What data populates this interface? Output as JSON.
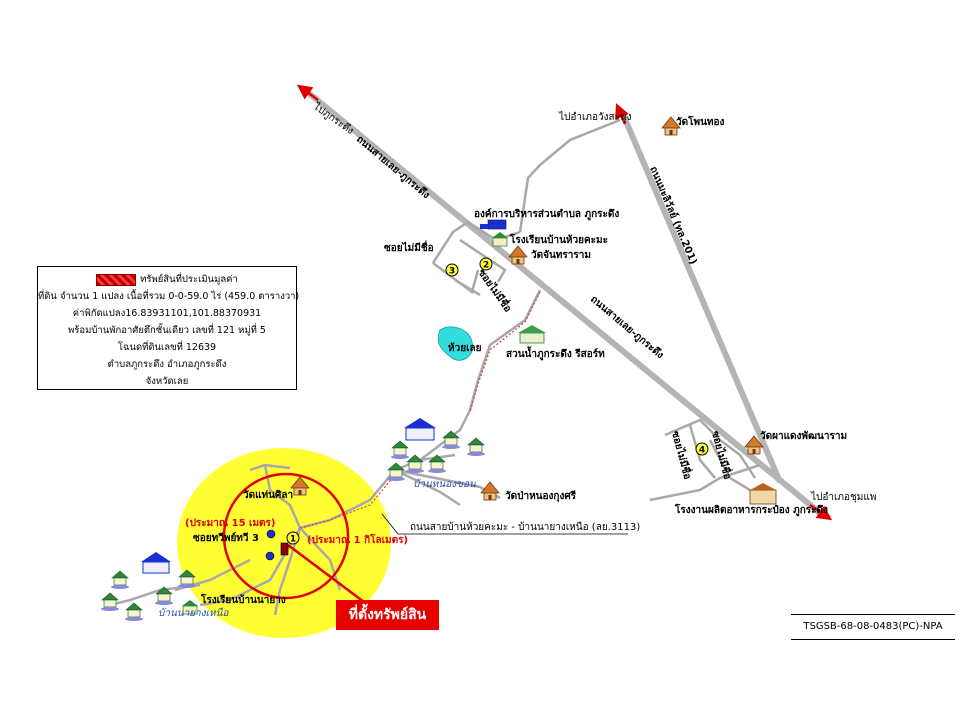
{
  "labels": {
    "to_phu_kradueng": "ไปภูกระดึง",
    "road_loei_phu_kradueng_top": "ถนนสายเลย-ภูกระดึง",
    "to_wang_saphung": "ไปอำเภอวังสะพุง",
    "wat_phon_thong": "วัดโพนทอง",
    "road_mali_wat": "ถนนมะลิวัลย์ (ทล.201)",
    "tao_phu_kradueng": "องค์การบริหารส่วนตำบล ภูกระดึง",
    "school_huai_khaem": "โรงเรียนบ้านห้วยคะมะ",
    "wat_chan_tharam": "วัดจันทราราม",
    "soi_unnamed_1": "ซอยไม่มีชื่อ",
    "soi_unnamed_2": "ซอยไม่มีชื่อ",
    "soi_unnamed_3": "ซอยไม่มีชื่อ",
    "soi_unnamed_4": "ซอยไม่มีชื่อ",
    "huai_loei": "ห้วยเลย",
    "resort": "สวนน้ำภูกระดึง รีสอร์ท",
    "road_loei_phu_kradueng_mid": "ถนนสายเลย-ภูกระดึง",
    "wat_pha_daeng": "วัดผาแดงพัฒนาราม",
    "to_chum_phae": "ไปอำเภอชุมแพ",
    "cannery": "โรงงานผลิตอาหารกระป๋อง ภูกระดึง",
    "ban_nong_khon": "บ้านหนองขอน",
    "wat_nong_kung_si": "วัดป่าหนองกุงศรี",
    "road_huai_khaem_na_yang": "ถนนสายบ้านห้วยคะมะ - บ้านนายางเหนือ (ลย.3113)",
    "wat_saen_sila": "วัดแท่นศิลา",
    "approx_15m": "(ประมาณ 15 เมตร)",
    "soi_phet_thawi": "ซอยทวีพย์ทวี 3",
    "approx_km": "(ประมาณ 1 กิโลเมตร)",
    "school_na_yang": "โรงเรียนบ้านนายาง",
    "ban_na_yang_nuea": "บ้านนายางเหนือ"
  },
  "markers": {
    "m1": "1",
    "m2": "2",
    "m3": "3",
    "m4": "4"
  },
  "legend": {
    "title": "ทรัพย์สินที่ประเมินมูลค่า",
    "line1": "ที่ดิน จำนวน 1 แปลง เนื้อที่รวม 0-0-59.0 ไร่ (459.0 ตารางวา)",
    "line2": "ค่าพิกัดแปลง16.83931101,101.88370931",
    "line3": "พร้อมบ้านพักอาศัยตึกชั้นเดียว เลขที่ 121 หมู่ที่ 5",
    "line4": "โฉนดที่ดินเลขที่ 12639",
    "line5": "ตำบลภูกระดึง อำเภอภูกระดึง",
    "line6": "จังหวัดเลย"
  },
  "site_label": "ที่ตั้งทรัพย์สิน",
  "document_code": "TSGSB-68-08-0483(PC)-NPA",
  "colors": {
    "main_road": "#b4b4b4",
    "minor_road": "#a8a8a8",
    "arrow": "#e00000",
    "highlight_area": "#ffff33",
    "site_circle": "#e00000",
    "water": "#33dddd",
    "legend_swatch": "#cc0000"
  },
  "icons": {
    "temple": "temple-icon",
    "village_house": "village-house-icon",
    "school": "school-icon",
    "office": "government-office-icon",
    "factory": "factory-icon",
    "number_marker": "numbered-circle-marker"
  }
}
